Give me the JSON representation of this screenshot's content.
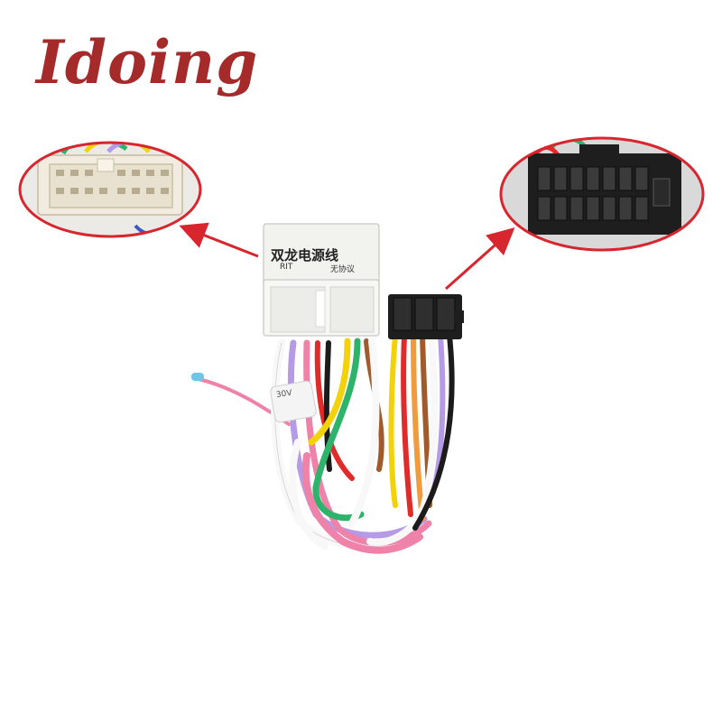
{
  "brand": {
    "text": "Idoing",
    "color": "#a52a2a"
  },
  "harness_label": {
    "title": "双龙电源线",
    "left_text": "RIT",
    "right_text": "无协议"
  },
  "tag_label": "30V",
  "colors": {
    "callout_red": "#d7262e",
    "connector_white": "#f2f2ee",
    "connector_black": "#1e1e1e",
    "wire_pink": "#ee82a8",
    "wire_yellow": "#f2d20a",
    "wire_green": "#2eb36a",
    "wire_purple": "#b59ae6",
    "wire_brown": "#a05a2c",
    "wire_red": "#e12a2a",
    "wire_black": "#1b1b1b",
    "wire_white": "#f8f8f8",
    "wire_orange": "#f19a3e"
  }
}
